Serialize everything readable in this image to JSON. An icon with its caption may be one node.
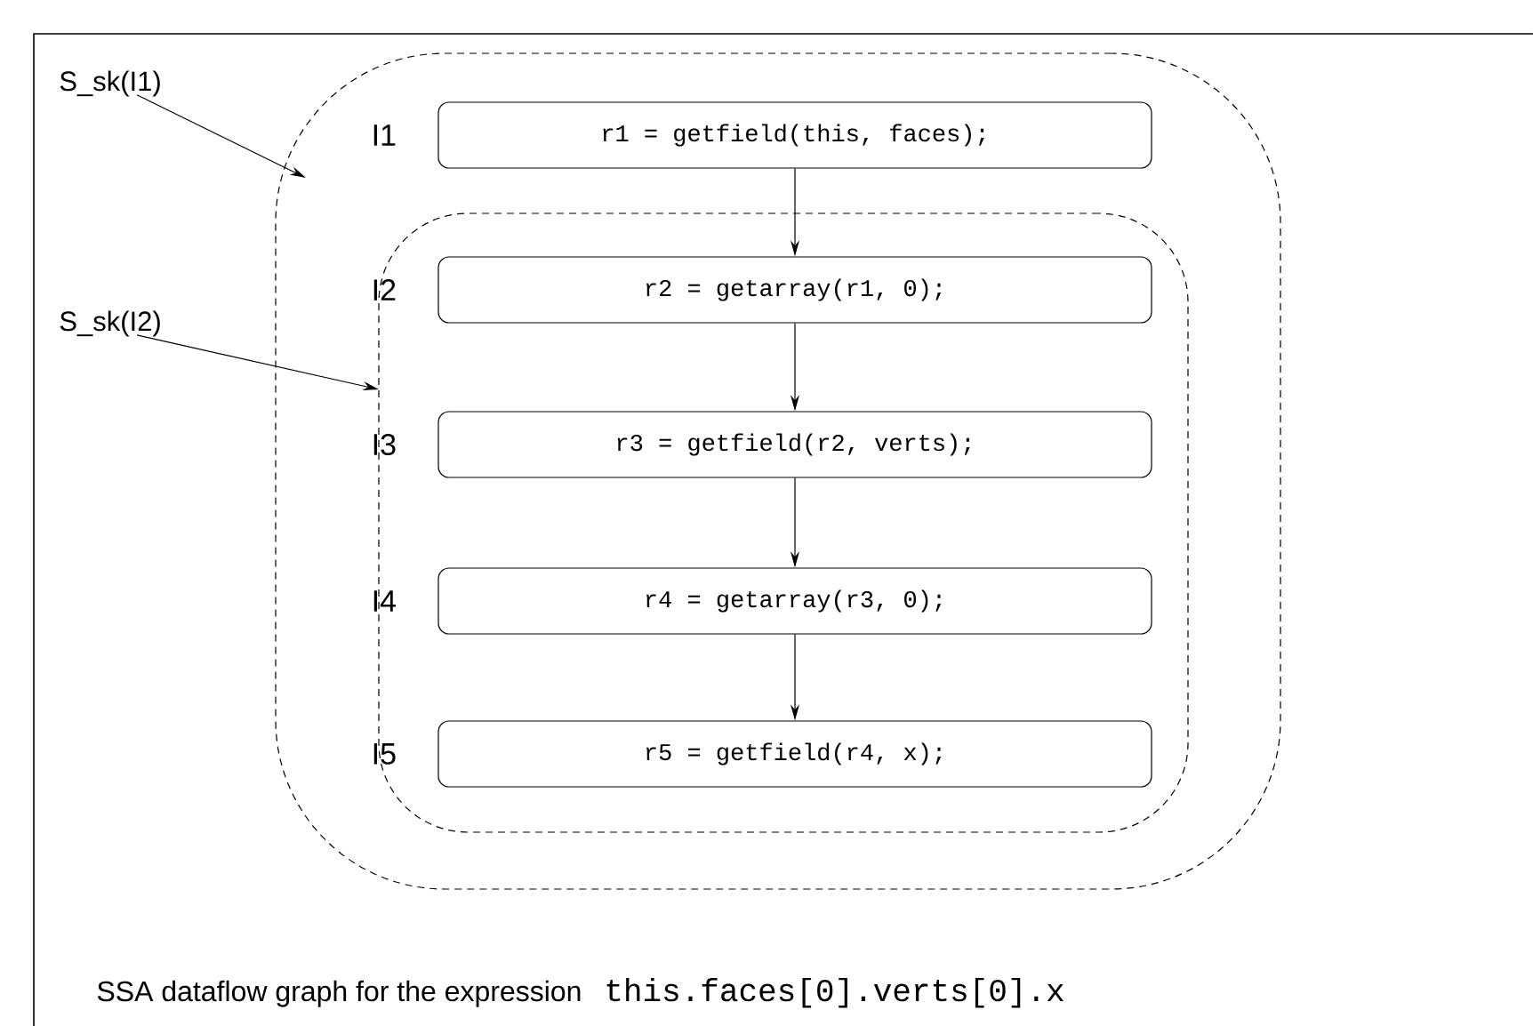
{
  "diagram": {
    "caption": "SSA dataflow graph for the expression",
    "nodes": [
      {
        "text": [
          "S_sk(I1)"
        ]
      },
      {
        "text": [
          "S_sk(I2)"
        ]
      },
      {
        "text": [],
        "shape": "box"
      },
      {
        "text": [
          "r1 = getfield(this, faces);"
        ],
        "in": 2,
        "beside": [
          "I1"
        ]
      },
      {
        "text": [],
        "shape": "box",
        "in": 2
      },
      {
        "text": [
          "r2 = getarray(r1, 0);"
        ],
        "in": 4,
        "beside": [
          "I2"
        ]
      },
      {
        "text": [
          "r3 = getfield(r2, verts);"
        ],
        "in": 4,
        "beside": [
          "I3"
        ]
      },
      {
        "text": [
          "r4 = getarray(r3, 0);"
        ],
        "in": 4,
        "beside": [
          "I4"
        ]
      },
      {
        "text": [
          "r5 = getfield(r4, x);"
        ],
        "in": 4,
        "beside": [
          "I5"
        ]
      }
    ],
    "edges": [
      {
        "from": 0,
        "to": 2,
        "arrow": "to"
      },
      {
        "from": 1,
        "to": 4,
        "arrow": "to"
      },
      {
        "from": 3,
        "to": 5,
        "arrow": "to"
      },
      {
        "from": 5,
        "to": 6,
        "arrow": "to"
      },
      {
        "from": 6,
        "to": 7,
        "arrow": "to"
      },
      {
        "from": 7,
        "to": 8,
        "arrow": "to"
      }
    ],
    "labels": [
      "this.faces[0].verts[0].x"
    ]
  }
}
